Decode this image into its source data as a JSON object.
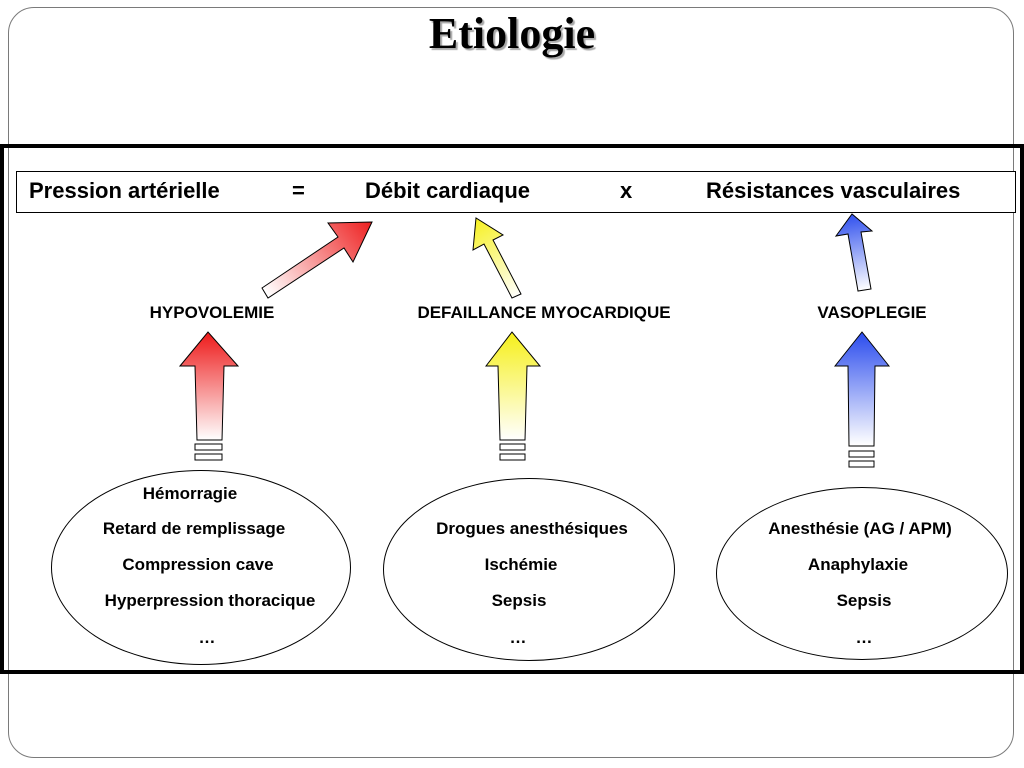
{
  "title": "Etiologie",
  "equation": {
    "term1": "Pression artérielle",
    "equals": "=",
    "term2": "Débit cardiaque",
    "times": "x",
    "term3": "Résistances vasculaires"
  },
  "categories": {
    "hypovolemie": "HYPOVOLEMIE",
    "defaillance": "DEFAILLANCE MYOCARDIQUE",
    "vasoplegie": "VASOPLEGIE"
  },
  "causes": {
    "hypovolemie": [
      "Hémorragie",
      "Retard de remplissage",
      "Compression cave",
      "Hyperpression thoracique",
      "…"
    ],
    "defaillance": [
      "Drogues anesthésiques",
      "Ischémie",
      "Sepsis",
      "…"
    ],
    "vasoplegie": [
      "Anesthésie (AG / APM)",
      "Anaphylaxie",
      "Sepsis",
      "…"
    ]
  },
  "colors": {
    "hypovolemie": "#ee2020",
    "defaillance": "#f6f020",
    "vasoplegie": "#3050ee"
  }
}
